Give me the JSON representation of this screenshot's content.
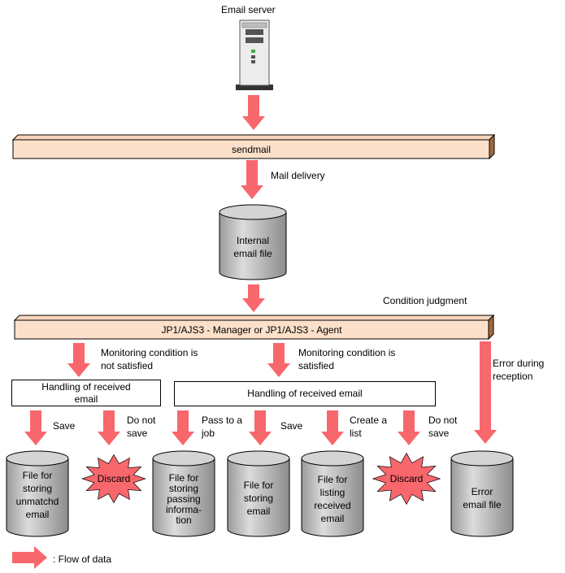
{
  "colors": {
    "arrow": "#f8676c",
    "bar": "#fce0ca",
    "cylinder": "#b8b8b8",
    "burst": "#f8676c"
  },
  "email_server": {
    "label": "Email server",
    "icon": "server-icon"
  },
  "sendmail_bar": {
    "label": "sendmail"
  },
  "mail_delivery": {
    "label": "Mail delivery"
  },
  "internal_file": {
    "label_lines": [
      "Internal",
      "email file"
    ]
  },
  "condition_judgment": {
    "label": "Condition judgment"
  },
  "manager_bar": {
    "label": "JP1/AJS3 - Manager or JP1/AJS3 - Agent"
  },
  "not_satisfied": {
    "label_lines": [
      "Monitoring condition is",
      "not satisfied"
    ]
  },
  "satisfied": {
    "label_lines": [
      "Monitoring condition is",
      "satisfied"
    ]
  },
  "error_reception": {
    "label_lines": [
      "Error during",
      "reception"
    ]
  },
  "handling_left": {
    "label_lines": [
      "Handling of received",
      "email"
    ]
  },
  "handling_right": {
    "label": "Handling of received email"
  },
  "actions": {
    "save_1": {
      "label": "Save"
    },
    "do_not_save_1": {
      "label_lines": [
        "Do not",
        "save"
      ]
    },
    "pass_job": {
      "label_lines": [
        "Pass to a",
        "job"
      ]
    },
    "save_2": {
      "label": "Save"
    },
    "create_list": {
      "label_lines": [
        "Create a",
        "list"
      ]
    },
    "do_not_save_2": {
      "label_lines": [
        "Do not",
        "save"
      ]
    }
  },
  "files": {
    "unmatched": {
      "label_lines": [
        "File for",
        "storing",
        "unmatchd",
        "email"
      ]
    },
    "passing": {
      "label_lines": [
        "File for",
        "storing",
        "passing",
        "informa-",
        "tion"
      ]
    },
    "storing": {
      "label_lines": [
        "File for",
        "storing",
        "email"
      ]
    },
    "listing": {
      "label_lines": [
        "File for",
        "listing",
        "received",
        "email"
      ]
    },
    "error": {
      "label_lines": [
        "Error",
        "email file"
      ]
    }
  },
  "discard_1": {
    "label": "Discard"
  },
  "discard_2": {
    "label": "Discard"
  },
  "legend": {
    "label": ": Flow of data"
  }
}
